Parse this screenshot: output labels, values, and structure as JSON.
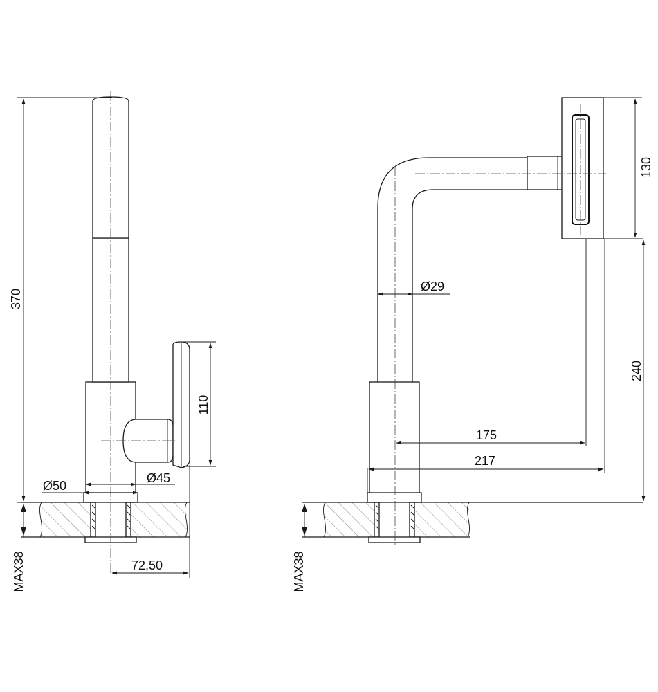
{
  "drawing": {
    "colors": {
      "line": "#1a1a1a",
      "background": "#ffffff"
    },
    "front_view": {
      "height_total": "370",
      "lever_height": "110",
      "base_diameter": "Ø50",
      "body_diameter": "Ø45",
      "hole_offset": "72,50",
      "max_thickness": "MAX38"
    },
    "side_view": {
      "head_height": "130",
      "tube_diameter": "Ø29",
      "spout_height": "240",
      "reach_inner": "175",
      "reach_outer": "217",
      "max_thickness": "MAX38"
    }
  }
}
